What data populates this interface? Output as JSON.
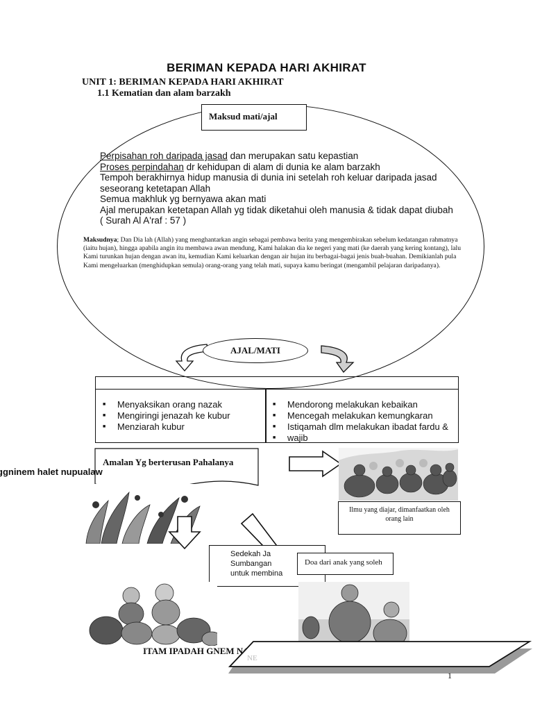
{
  "title": "BERIMAN KEPADA HARI AKHIRAT",
  "unit": "UNIT 1:   BERIMAN KEPADA HARI AKHIRAT",
  "subunit": "1.1     Kematian dan alam barzakh",
  "maksud_title": "Maksud mati/ajal",
  "definitions": {
    "d1_underlined": "Perpisahan roh daripada jasad",
    "d1_rest": " dan merupakan satu kepastian",
    "d2_underlined": "Proses perpindahan",
    "d2_rest": " dr kehidupan di alam di dunia ke alam barzakh",
    "d3": "Tempoh berakhirnya hidup manusia di dunia ini  setelah roh keluar daripada jasad",
    "d4": "seseorang ketetapan  Allah",
    "d5": "Semua makhluk yg bernyawa akan mati",
    "d6": " Ajal merupakan ketetapan Allah yg tidak diketahui oleh manusia & tidak dapat diubah",
    "d7": " ( Surah Al A'raf :  57 )"
  },
  "quote": {
    "label": "Maksudnya",
    "text": "; Dan Dia lah (Allah) yang menghantarkan angin sebagai pembawa berita yang mengembirakan sebelum kedatangan rahmatnya (iaitu hujan), hingga apabila angin itu membawa awan mendung, Kami halakan dia ke negeri yang mati (ke daerah yang kering kontang), lalu Kami turunkan hujan dengan awan itu, kemudian Kami keluarkan dengan air hujan itu berbagai-bagai jenis buah-buahan. Demikianlah pula Kami mengeluarkan (menghidupkan semula) orang-orang yang telah mati, supaya kamu beringat (mengambil pelajaran daripadanya)."
  },
  "ajal_label": "AJAL/MATI",
  "left_list": [
    "Menyaksikan orang nazak",
    "Mengiringi jenazah ke kubur",
    "Menziarah kubur"
  ],
  "right_list": [
    "Mendorong melakukan kebaikan",
    "Mencegah melakukan kemungkaran",
    "Istiqamah dlm melakukan ibadat fardu &",
    "wajib"
  ],
  "amalan_label": "Amalan Yg berterusan  Pahalanya",
  "mirrored_text": "ggninem halet nupualaw",
  "ilmu_text": "Ilmu yang diajar, dimanfaatkan oleh orang lain",
  "sedekah_lines": [
    "Sedekah Ja",
    "Sumbangan",
    "untuk  membina"
  ],
  "doa_text": "Doa dari anak yang soleh",
  "bottom_text": "ITAM IPADAH GNEM  NALAMA",
  "faint_text": "NE",
  "page_number": "1",
  "colors": {
    "ink": "#111111",
    "paper": "#ffffff",
    "gray_shadow": "#9a9a9a"
  }
}
